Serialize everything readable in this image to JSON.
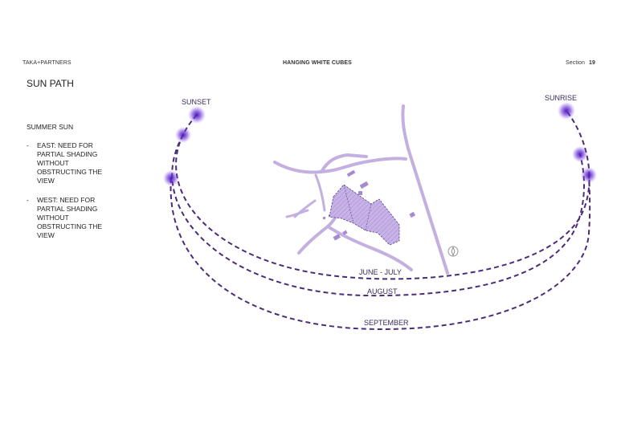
{
  "header": {
    "firm": "TAKA+PARTNERS",
    "title": "HANGING WHITE CUBES",
    "section_label": "Section",
    "page_number": "19"
  },
  "page_heading": "SUN PATH",
  "notes": {
    "title": "SUMMER SUN",
    "bullets": [
      {
        "dash": "-",
        "text": "EAST: NEED FOR\nPARTIAL SHADING\nWITHOUT\nOBSTRUCTING THE\nVIEW"
      },
      {
        "dash": "-",
        "text": "WEST: NEED FOR\nPARTIAL SHADING\nWITHOUT\nOBSTRUCTING THE\nVIEW"
      }
    ]
  },
  "diagram": {
    "sunset_label": "SUNSET",
    "sunrise_label": "SUNRISE",
    "paths": [
      {
        "label": "JUNE - JULY"
      },
      {
        "label": "AUGUST"
      },
      {
        "label": "SEPTEMBER"
      }
    ],
    "colors": {
      "path": "#4b2c77",
      "road": "#c4b0e0",
      "site_fill": "#c7b3e6",
      "sun_glow": "#6a2fd6"
    },
    "icons": [
      "sun-icon",
      "north-arrow-icon"
    ]
  }
}
